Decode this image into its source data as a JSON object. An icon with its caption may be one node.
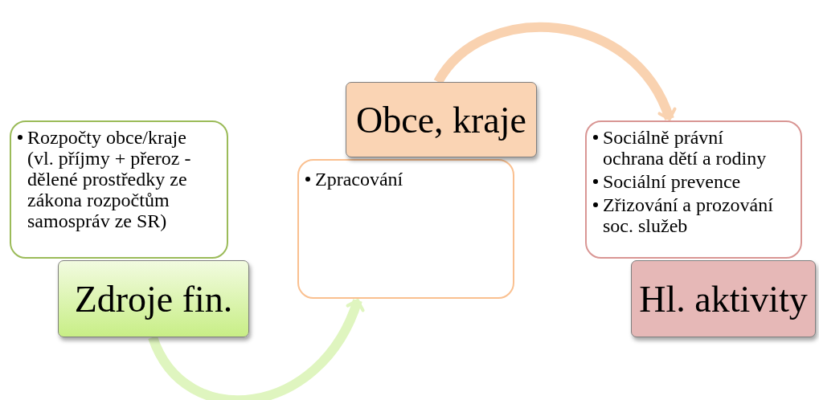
{
  "diagram": {
    "nodes": [
      {
        "text": [
          "Rozpočty obce/kraje (vl. příjmy + přeroz - dělené prostředky ze zákona rozpočtům samospráv ze SR)"
        ]
      },
      {
        "text": [
          "Zdroje fin."
        ]
      },
      {
        "text": [
          "Obce, kraje"
        ]
      },
      {
        "text": [
          "Zpracování"
        ]
      },
      {
        "text": [
          "Sociálně právní ochrana dětí a rodiny",
          "Sociální prevence",
          "Zřizování a prozování soc. služeb"
        ]
      },
      {
        "text": [
          "Hl. aktivity"
        ]
      }
    ],
    "edges": [
      {
        "from": 1,
        "to": 3,
        "arrow": "to",
        "color": "#dff5bf"
      },
      {
        "from": 2,
        "to": 4,
        "arrow": "to",
        "color": "#f9d2b0"
      }
    ]
  }
}
